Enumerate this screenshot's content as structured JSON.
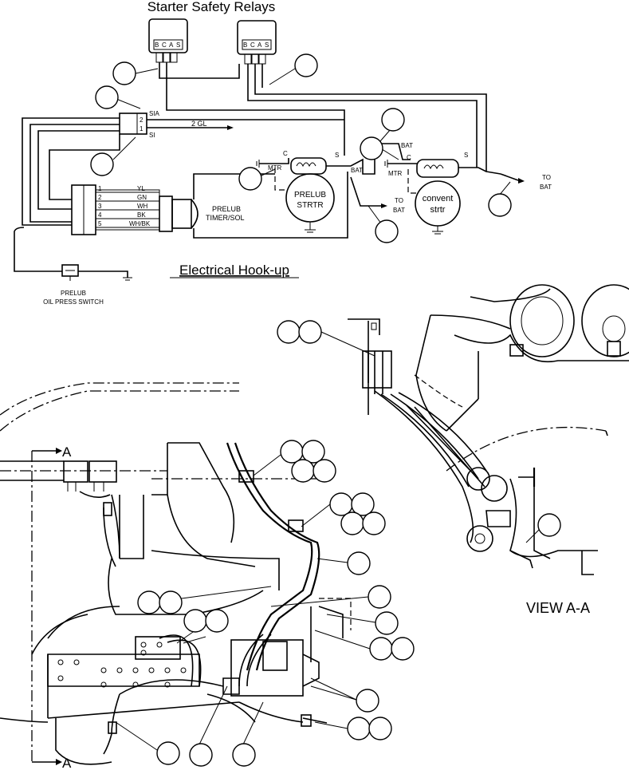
{
  "schematic": {
    "title": "Starter Safety Relays",
    "relay_terminals": [
      "B",
      "C",
      "A",
      "S"
    ],
    "relay_pins": {
      "sia": "SIA",
      "si": "SI",
      "pin2": "2",
      "pin1": "1"
    },
    "gl_wire": "2 GL",
    "harness": [
      {
        "pin": "1",
        "color": "YL"
      },
      {
        "pin": "2",
        "color": "GN"
      },
      {
        "pin": "3",
        "color": "WH"
      },
      {
        "pin": "4",
        "color": "BK"
      },
      {
        "pin": "5",
        "color": "WH/BK"
      }
    ],
    "prelub_timer": [
      "PRELUB",
      "TIMER/SOL"
    ],
    "prelub_starter": [
      "PRELUB",
      "STRTR"
    ],
    "convent_starter": [
      "convent",
      "strtr"
    ],
    "terminal_c": "C",
    "terminal_s": "S",
    "terminal_mtr": "MTR",
    "terminal_bat": "BAT",
    "to_bat": [
      "TO",
      "BAT"
    ],
    "switch_label": [
      "PRELUB",
      "OIL PRESS SWITCH"
    ],
    "subtitle": "Electrical Hook-up"
  },
  "view_label": "VIEW  A-A",
  "section_mark": "A",
  "icons": {
    "ground": "ground-icon",
    "coil": "solenoid-coil-icon",
    "arrow": "arrow-icon"
  }
}
